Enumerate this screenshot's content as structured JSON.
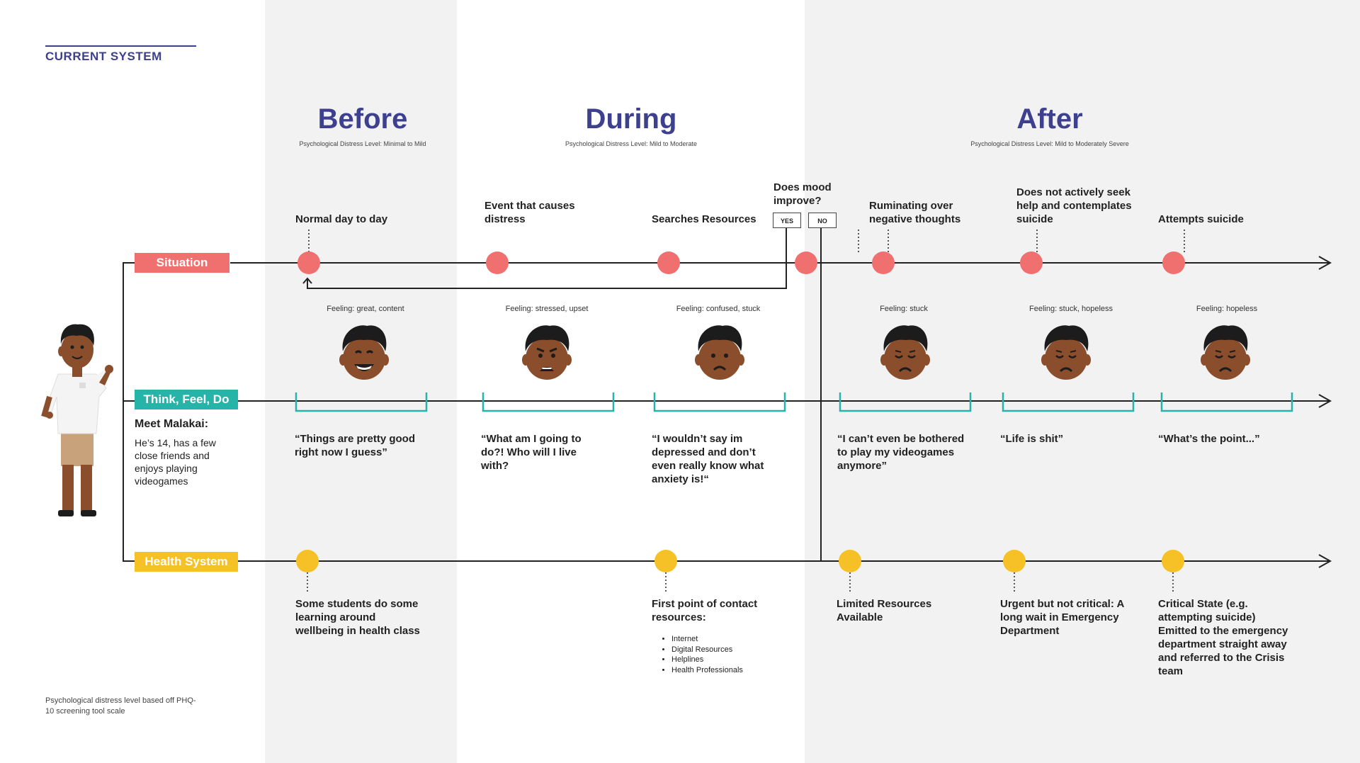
{
  "page_title": "CURRENT SYSTEM",
  "phases": [
    {
      "name": "Before",
      "level": "Psychological Distress Level: Minimal to Mild"
    },
    {
      "name": "During",
      "level": "Psychological Distress Level: Mild to Moderate"
    },
    {
      "name": "After",
      "level": "Psychological Distress Level: Mild to Moderately Severe"
    }
  ],
  "lanes": {
    "situation": {
      "label": "Situation",
      "color": "#f07070"
    },
    "think": {
      "label": "Think, Feel, Do",
      "color": "#26b3a8"
    },
    "health": {
      "label": "Health System",
      "color": "#f5c127"
    }
  },
  "situation_steps": [
    "Normal day to day",
    "Event that causes distress",
    "Searches Resources",
    "Does mood improve?",
    "Ruminating over negative thoughts",
    "Does not actively seek help and contemplates suicide",
    "Attempts suicide"
  ],
  "decision": {
    "yes": "YES",
    "no": "NO"
  },
  "feelings": [
    "Feeling: great, content",
    "Feeling: stressed, upset",
    "Feeling: confused, stuck",
    "Feeling: stuck",
    "Feeling: stuck, hopeless",
    "Feeling: hopeless"
  ],
  "quotes": [
    "“Things are pretty good right now I guess”",
    "“What am I going to do?! Who will I live with?",
    "“I wouldn’t say im depressed and don’t even really know what anxiety is!“",
    "“I can’t even be bothered to play my videogames anymore”",
    "“Life is shit”",
    "“What’s the point...”"
  ],
  "health_steps": [
    "Some students do some learning around wellbeing in health class",
    "First point of contact resources:",
    "Limited Resources Available",
    "Urgent but not critical: A long wait in Emergency Department",
    "Critical State (e.g. attempting suicide) Emitted to the emergency department straight away and referred to the Crisis team"
  ],
  "resources": [
    "Internet",
    "Digital Resources",
    "Helplines",
    "Health Professionals"
  ],
  "persona": {
    "name": "Meet Malakai:",
    "description": "He’s 14, has a few close friends and enjoys playing videogames"
  },
  "footnote": "Psychological distress level based off PHQ-10 screening tool scale",
  "colors": {
    "accent": "#3d3f8f",
    "situation": "#f07070",
    "teal": "#26b3a8",
    "yellow": "#f5c127",
    "skin": "#8a4e2c",
    "hair": "#1c1c1c"
  }
}
